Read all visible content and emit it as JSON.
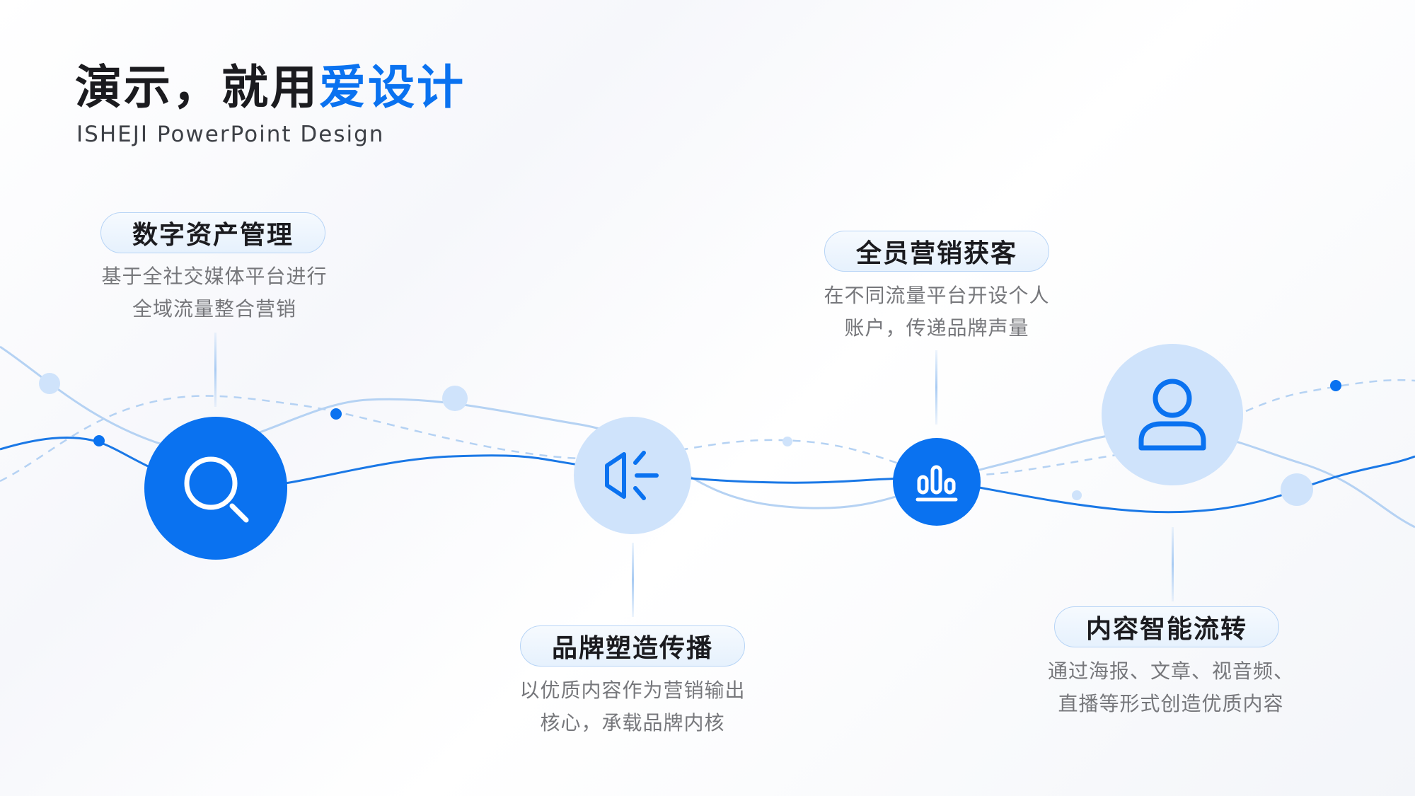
{
  "header": {
    "title_main": "演示，就用",
    "title_accent": "爱设计",
    "subtitle": "ISHEJI  PowerPoint  Design"
  },
  "colors": {
    "primary": "#0a72f0",
    "light": "#cfe3fb",
    "title_text": "#1b1b1f",
    "description_text": "#76777b"
  },
  "features": [
    {
      "title": "数字资产管理",
      "lines": [
        "基于全社交媒体平台进行",
        "全域流量整合营销"
      ],
      "icon": "search-icon"
    },
    {
      "title": "品牌塑造传播",
      "lines": [
        "以优质内容作为营销输出",
        "核心，承载品牌内核"
      ],
      "icon": "speaker-icon"
    },
    {
      "title": "全员营销获客",
      "lines": [
        "在不同流量平台开设个人",
        "账户，传递品牌声量"
      ],
      "icon": "bar-chart-icon"
    },
    {
      "title": "内容智能流转",
      "lines": [
        "通过海报、文章、视音频、",
        "直播等形式创造优质内容"
      ],
      "icon": "user-icon"
    }
  ]
}
